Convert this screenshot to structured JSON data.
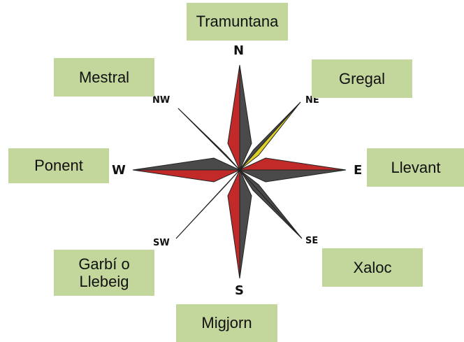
{
  "winds": {
    "north": "Tramuntana",
    "northeast": "Gregal",
    "east": "Llevant",
    "southeast": "Xaloc",
    "south": "Migjorn",
    "southwest": "Garbí o Llebeig",
    "west": "Ponent",
    "northwest": "Mestral"
  },
  "compass": {
    "n": "N",
    "ne": "NE",
    "e": "E",
    "se": "SE",
    "s": "S",
    "sw": "SW",
    "w": "W",
    "nw": "NW"
  },
  "colors": {
    "box": "#c3d69b",
    "star_red": "#c22a2a",
    "star_dark": "#4a4a4a",
    "star_yellow": "#ddd128"
  }
}
